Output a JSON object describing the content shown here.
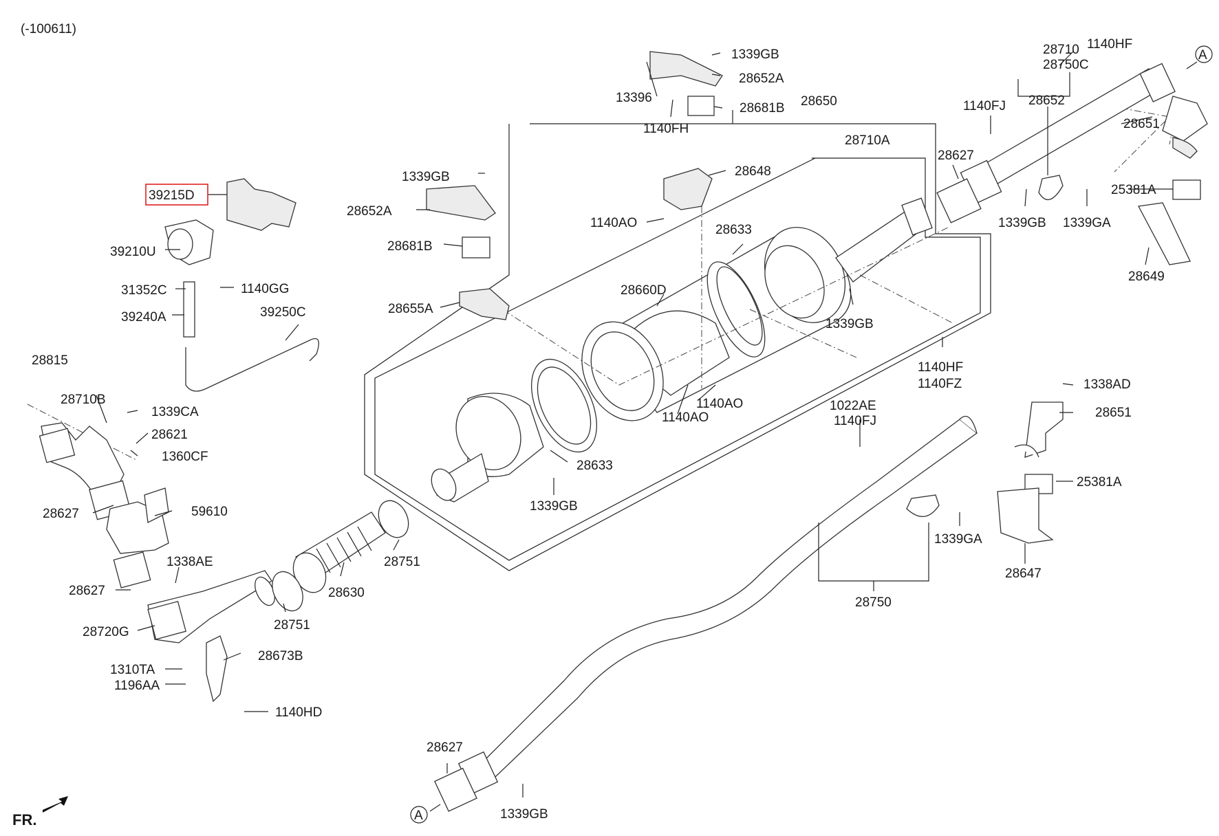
{
  "header": {
    "code": "(-100611)"
  },
  "footer": {
    "direction": "FR."
  },
  "highlight_color": "#e02020",
  "refs": {
    "a_top": "A",
    "a_bottom": "A"
  },
  "labels": {
    "p39215D": "39215D",
    "p39210U": "39210U",
    "p31352C": "31352C",
    "p1140GG": "1140GG",
    "p39240A": "39240A",
    "p39250C": "39250C",
    "p28815": "28815",
    "p28710B": "28710B",
    "p1339CA": "1339CA",
    "p28621": "28621",
    "p1360CF": "1360CF",
    "p28627_a": "28627",
    "p59610": "59610",
    "p1338AE": "1338AE",
    "p28627_b": "28627",
    "p28720G": "28720G",
    "p28673B": "28673B",
    "p1310TA": "1310TA",
    "p1196AA": "1196AA",
    "p1140HD": "1140HD",
    "p28751_a": "28751",
    "p28630": "28630",
    "p28751_b": "28751",
    "p1339GB_a": "1339GB",
    "p28652A_a": "28652A",
    "p28681B_a": "28681B",
    "p28655A": "28655A",
    "p13396": "13396",
    "p1339GB_b": "1339GB",
    "p28652A_b": "28652A",
    "p28681B_b": "28681B",
    "p1140FH": "1140FH",
    "p28650": "28650",
    "p28648": "28648",
    "p28710A": "28710A",
    "p1140AO_a": "1140AO",
    "p28633_a": "28633",
    "p28660D": "28660D",
    "p1339GB_c": "1339GB",
    "p1140AO_b": "1140AO",
    "p1140AO_c": "1140AO",
    "p28633_b": "28633",
    "p1339GB_d": "1339GB",
    "p28710": "28710",
    "p28750C": "28750C",
    "p1140HF_a": "1140HF",
    "p1140FJ_a": "1140FJ",
    "p28652": "28652",
    "p28651_a": "28651",
    "p28627_c": "28627",
    "p1339GB_e": "1339GB",
    "p1339GA_a": "1339GA",
    "p25381A_a": "25381A",
    "p28649": "28649",
    "p1140HF_b": "1140HF",
    "p1140FZ": "1140FZ",
    "p1022AE": "1022AE",
    "p1140FJ_b": "1140FJ",
    "p1338AD": "1338AD",
    "p28651_b": "28651",
    "p25381A_b": "25381A",
    "p1339GA_b": "1339GA",
    "p28647": "28647",
    "p28750": "28750",
    "p28627_d": "28627",
    "p1339GB_f": "1339GB"
  }
}
